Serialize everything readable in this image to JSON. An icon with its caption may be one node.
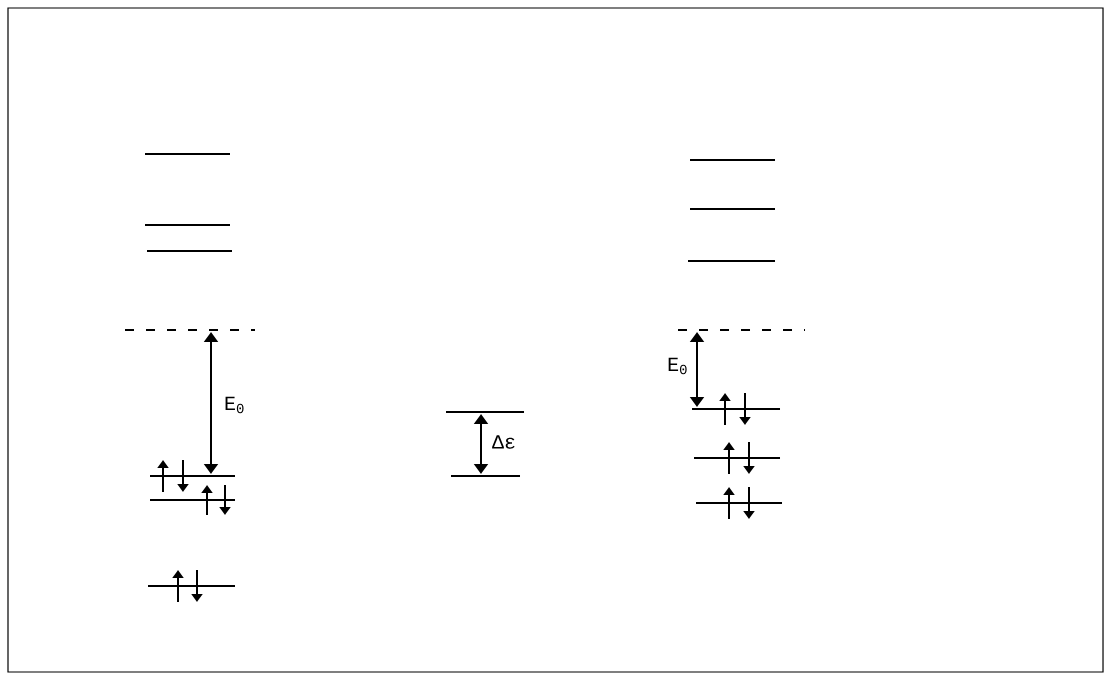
{
  "diagram": {
    "labels": [
      "E$_{0}$",
      "Δε",
      "E$_{0}$"
    ]
  }
}
